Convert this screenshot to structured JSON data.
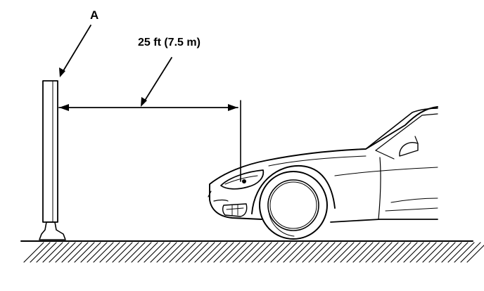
{
  "callout_label": "A",
  "distance_label": "25 ft (7.5 m)",
  "line_color": "#000000",
  "background_color": "#ffffff",
  "parts": {
    "screen": "aiming-screen",
    "vehicle": "car-front",
    "ground": "hatched-floor"
  }
}
